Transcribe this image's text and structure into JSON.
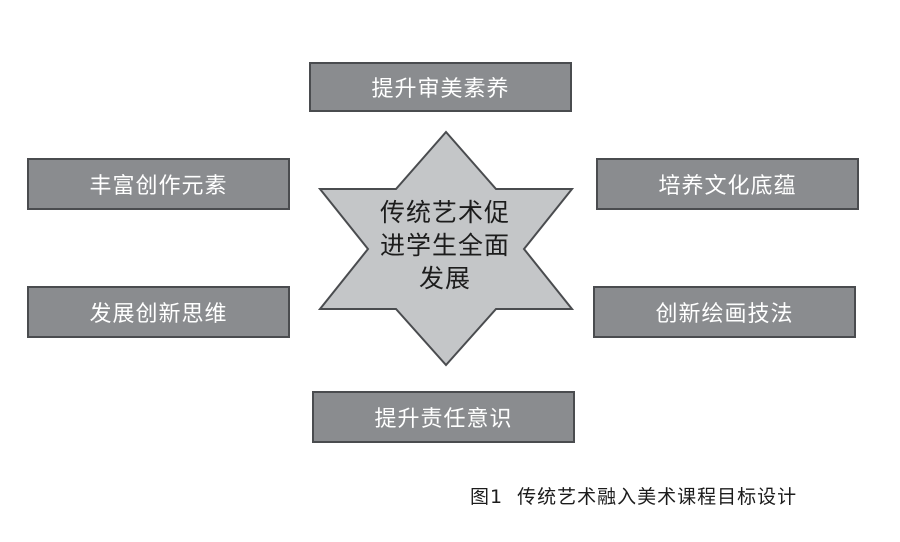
{
  "center": {
    "line1": "传统艺术促",
    "line2": "进学生全面",
    "line3": "发展"
  },
  "goals": {
    "top": "提升审美素养",
    "upper_left": "丰富创作元素",
    "upper_right": "培养文化底蕴",
    "lower_left": "发展创新思维",
    "lower_right": "创新绘画技法",
    "bottom": "提升责任意识"
  },
  "caption": {
    "number": "图1",
    "text": "传统艺术融入美术课程目标设计"
  },
  "colors": {
    "box_fill": "#8a8c8f",
    "box_border": "#4a4c4f",
    "star_fill": "#c4c6c8",
    "star_border": "#4a4c4f"
  }
}
